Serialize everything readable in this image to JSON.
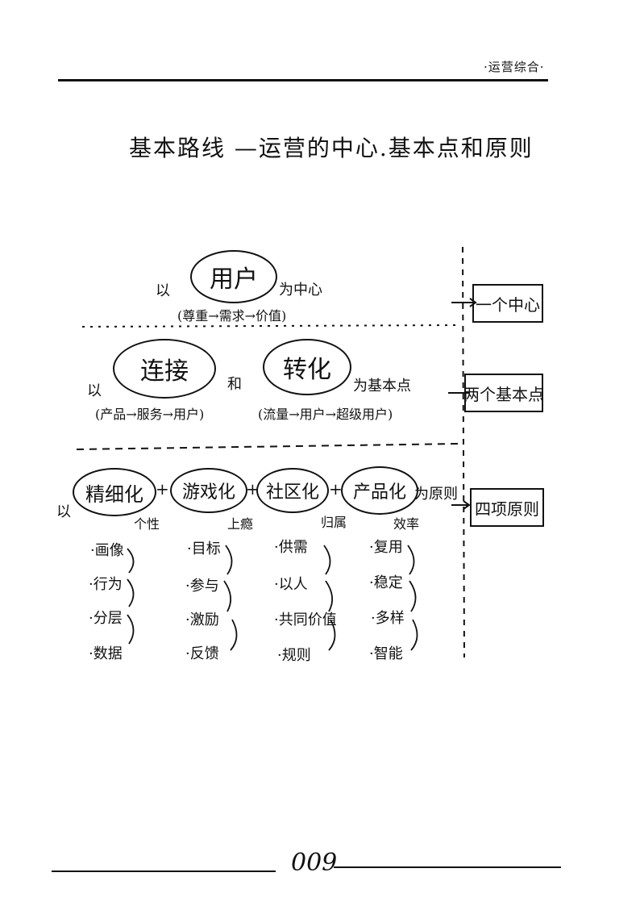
{
  "header": {
    "section_tag": "·运营综合·"
  },
  "title": "基本路线 —运营的中心.基本点和原则",
  "center": {
    "prefix": "以",
    "oval": "用户",
    "suffix": "为中心",
    "chain": "(尊重→需求→价值)",
    "box": "一个中心"
  },
  "basics": {
    "prefix": "以",
    "oval1": "连接",
    "and": "和",
    "oval2": "转化",
    "suffix": "为基本点",
    "chain1": "(产品→服务→用户)",
    "chain2": "(流量→用户→超级用户)",
    "box": "两个基本点"
  },
  "principles": {
    "prefix": "以",
    "suffix": "为原则",
    "plus": "+",
    "box": "四项原则",
    "columns": [
      {
        "oval": "精细化",
        "tag": "个性",
        "items": [
          "·画像",
          "·行为",
          "·分层",
          "·数据"
        ]
      },
      {
        "oval": "游戏化",
        "tag": "上瘾",
        "items": [
          "·目标",
          "·参与",
          "·激励",
          "·反馈"
        ]
      },
      {
        "oval": "社区化",
        "tag": "归属",
        "items": [
          "·供需",
          "·以人",
          "·共同价值",
          "·规则"
        ]
      },
      {
        "oval": "产品化",
        "tag": "效率",
        "items": [
          "·复用",
          "·稳定",
          "·多样",
          "·智能"
        ]
      }
    ]
  },
  "page_number": "009"
}
